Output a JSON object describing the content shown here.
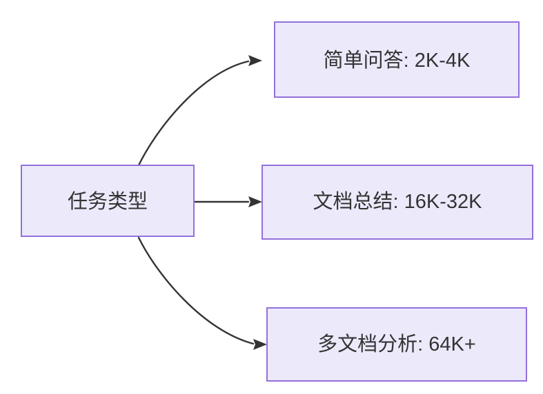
{
  "diagram": {
    "type": "flowchart",
    "direction": "left-to-right",
    "background_color": "#ffffff",
    "node_fill_color": "#ece9fb",
    "node_border_color": "#9370db",
    "text_color": "#333333",
    "edge_color": "#333333",
    "root": {
      "id": "task-type",
      "label": "任务类型"
    },
    "branches": [
      {
        "id": "simple-qa",
        "label": "简单问答: 2K-4K",
        "category": "简单问答",
        "context_length": "2K-4K",
        "edge_style": "curved"
      },
      {
        "id": "doc-summary",
        "label": "文档总结: 16K-32K",
        "category": "文档总结",
        "context_length": "16K-32K",
        "edge_style": "straight"
      },
      {
        "id": "multi-doc-analysis",
        "label": "多文档分析: 64K+",
        "category": "多文档分析",
        "context_length": "64K+",
        "edge_style": "curved"
      }
    ]
  }
}
